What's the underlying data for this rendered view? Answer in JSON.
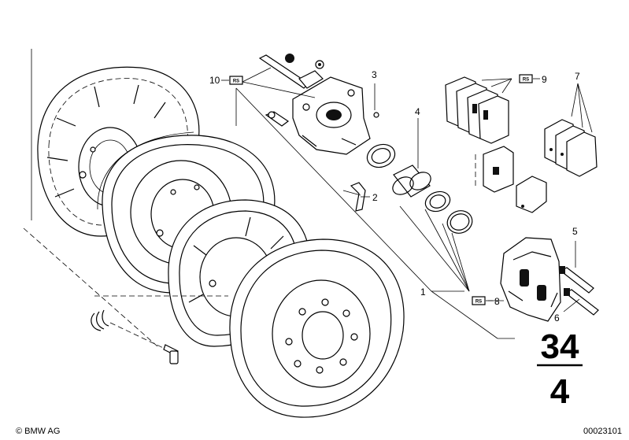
{
  "callouts": [
    {
      "id": "1",
      "label": "1"
    },
    {
      "id": "2",
      "label": "2"
    },
    {
      "id": "3",
      "label": "3"
    },
    {
      "id": "4",
      "label": "4"
    },
    {
      "id": "5",
      "label": "5"
    },
    {
      "id": "6",
      "label": "6"
    },
    {
      "id": "7",
      "label": "7"
    },
    {
      "id": "8",
      "label": "8"
    },
    {
      "id": "9",
      "label": "9"
    },
    {
      "id": "10",
      "label": "10"
    }
  ],
  "rs_badge": "RS",
  "section": {
    "main": "34",
    "sub": "4"
  },
  "footer": {
    "copyright": "© BMW AG",
    "image_number": "00023101"
  }
}
